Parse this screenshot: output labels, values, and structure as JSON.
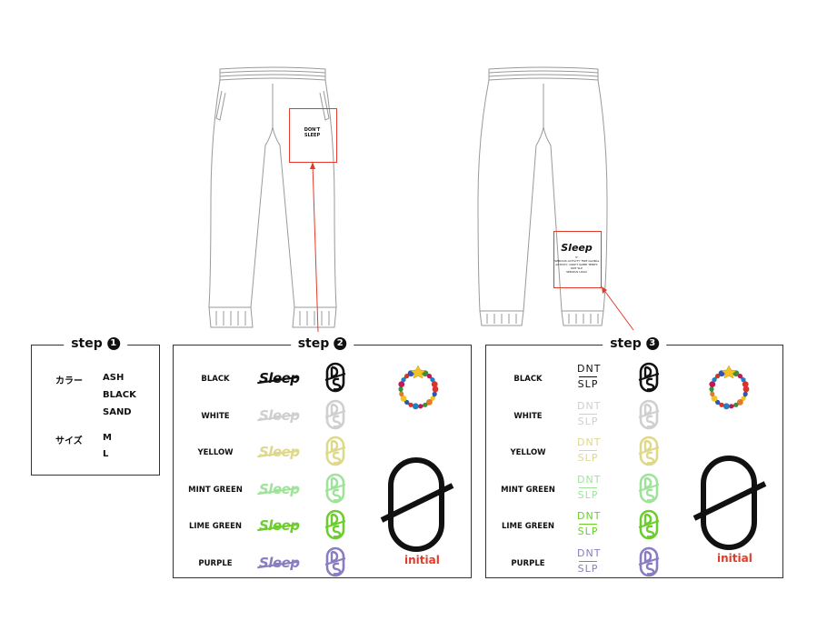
{
  "front_print": {
    "line1": "DON'T",
    "line2": "SLEEP"
  },
  "back_print": {
    "logo": "Sleep",
    "small_lines": [
      "'0'",
      "'SERIOUS ACTIVITY' FIRE GLOBAL",
      "ACTIVITY, DON'T SLEEP TEMPT.",
      "DNT SLP",
      "SERIOUS LOGO"
    ]
  },
  "step1": {
    "title": "step",
    "number": "1",
    "rows": [
      {
        "label": "カラー",
        "values": [
          "ASH",
          "BLACK",
          "SAND"
        ]
      },
      {
        "label": "サイズ",
        "values": [
          "M",
          "L"
        ]
      }
    ]
  },
  "step2": {
    "title": "step",
    "number": "2",
    "colors": [
      {
        "name": "BLACK",
        "hex": "#111111"
      },
      {
        "name": "WHITE",
        "hex": "#cfcfcf"
      },
      {
        "name": "YELLOW",
        "hex": "#ded98a"
      },
      {
        "name": "MINT GREEN",
        "hex": "#9fe39a"
      },
      {
        "name": "LIME GREEN",
        "hex": "#6ccd2c"
      },
      {
        "name": "PURPLE",
        "hex": "#8a7cc0"
      }
    ],
    "logo_text": "Sleep",
    "initial_label": "initial"
  },
  "step3": {
    "title": "step",
    "number": "3",
    "colors": [
      {
        "name": "BLACK",
        "hex": "#111111"
      },
      {
        "name": "WHITE",
        "hex": "#cfcfcf"
      },
      {
        "name": "YELLOW",
        "hex": "#ded98a"
      },
      {
        "name": "MINT GREEN",
        "hex": "#9fe39a"
      },
      {
        "name": "LIME GREEN",
        "hex": "#6ccd2c"
      },
      {
        "name": "PURPLE",
        "hex": "#8a7cc0"
      }
    ],
    "dnt_top": "DNT",
    "dnt_bottom": "SLP",
    "initial_label": "initial"
  },
  "accent_red": "#e23b2a"
}
